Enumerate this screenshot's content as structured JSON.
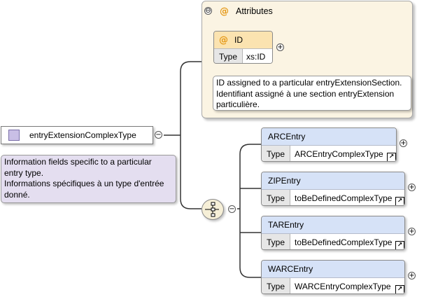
{
  "attributes_group": {
    "label": "Attributes",
    "collapse_symbol": "⊖",
    "attribute": {
      "name": "ID",
      "type_label": "Type",
      "type_value": "xs:ID",
      "expand_symbol": "+"
    },
    "annotation": [
      "ID assigned to a particular entryExtensionSection.",
      "Identifiant assigné à une section entryExtension",
      "particulière."
    ]
  },
  "complex_type": {
    "name": "entryExtensionComplexType",
    "collapse_symbol": "−",
    "annotation": [
      "Information fields specific to a particular",
      "entry type.",
      "Informations spécifiques à un type d'entrée",
      "donné."
    ]
  },
  "sequence": {
    "collapse_symbol": "−"
  },
  "elements": [
    {
      "name": "ARCEntry",
      "type_label": "Type",
      "type_value": "ARCEntryComplexType",
      "expand_symbol": "+"
    },
    {
      "name": "ZIPEntry",
      "type_label": "Type",
      "type_value": "toBeDefinedComplexType",
      "expand_symbol": "+"
    },
    {
      "name": "TAREntry",
      "type_label": "Type",
      "type_value": "toBeDefinedComplexType",
      "expand_symbol": "+"
    },
    {
      "name": "WARCEntry",
      "type_label": "Type",
      "type_value": "WARCEntryComplexType",
      "expand_symbol": "+"
    }
  ],
  "colors": {
    "attributes_background": "#fbf4e3",
    "attribute_header": "#fbe3b0",
    "element_header": "#d6e2f7",
    "type_annotation": "#e4def0",
    "type_icon": "#c9bfe6",
    "at_glyph": "#e59a1a"
  },
  "icons": {
    "attribute": "at-sign-icon",
    "type": "complex-type-icon",
    "sequence": "sequence-compositor-icon",
    "type_link": "arrow-link-icon"
  }
}
